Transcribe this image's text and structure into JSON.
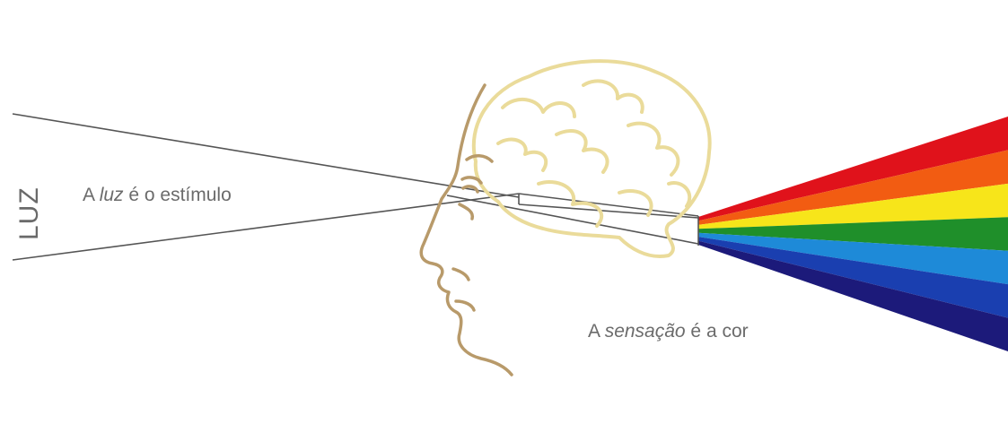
{
  "labels": {
    "luz": "LUZ",
    "stimulus_prefix": "A ",
    "stimulus_em": "luz",
    "stimulus_suffix": " é o estímulo",
    "sensation_prefix": "A ",
    "sensation_em": "sensação",
    "sensation_suffix": " é a cor"
  },
  "colors": {
    "line": "#555555",
    "brain": "#eadb9a",
    "face": "#b89a6a",
    "text": "#6b6b6b",
    "spectrum": [
      "#e0121b",
      "#f25c12",
      "#f7e51a",
      "#1f8f2a",
      "#1e8ad8",
      "#1a3fb0",
      "#1c1a7a"
    ]
  }
}
